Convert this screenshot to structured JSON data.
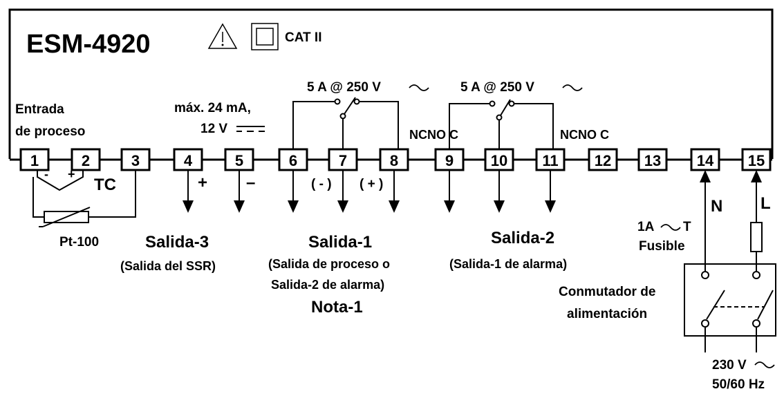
{
  "model": "ESM-4920",
  "category": "CAT II",
  "input_label_line1": "Entrada",
  "input_label_line2": "de proceso",
  "tc_label": "TC",
  "rtd_label": "Pt-100",
  "ssr_current": "máx. 24 mA,",
  "ssr_voltage": "12 V",
  "relay1_rating": "5 A @ 250 V",
  "relay2_rating": "5 A @ 250 V",
  "contacts1": "NCNO C",
  "contacts2": "NCNO C",
  "terminals": [
    "1",
    "2",
    "3",
    "4",
    "5",
    "6",
    "7",
    "8",
    "9",
    "10",
    "11",
    "12",
    "13",
    "14",
    "15"
  ],
  "sign_plus": "+",
  "sign_minus": "–",
  "sign_minus_paren": "( - )",
  "sign_plus_paren": "( + )",
  "out3_title": "Salida-3",
  "out3_sub": "(Salida del SSR)",
  "out1_title": "Salida-1",
  "out1_sub1": "(Salida de proceso o",
  "out1_sub2": "Salida-2 de alarma)",
  "note": "Nota-1",
  "out2_title": "Salida-2",
  "out2_sub": "(Salida-1 de alarma)",
  "neutral_label": "N",
  "line_label": "L",
  "fuse_rating_a": "1A",
  "fuse_rating_t": "T",
  "fuse_label": "Fusible",
  "switch_label1": "Conmutador de",
  "switch_label2": "alimentación",
  "supply_voltage": "230 V",
  "supply_freq": "50/60 Hz"
}
